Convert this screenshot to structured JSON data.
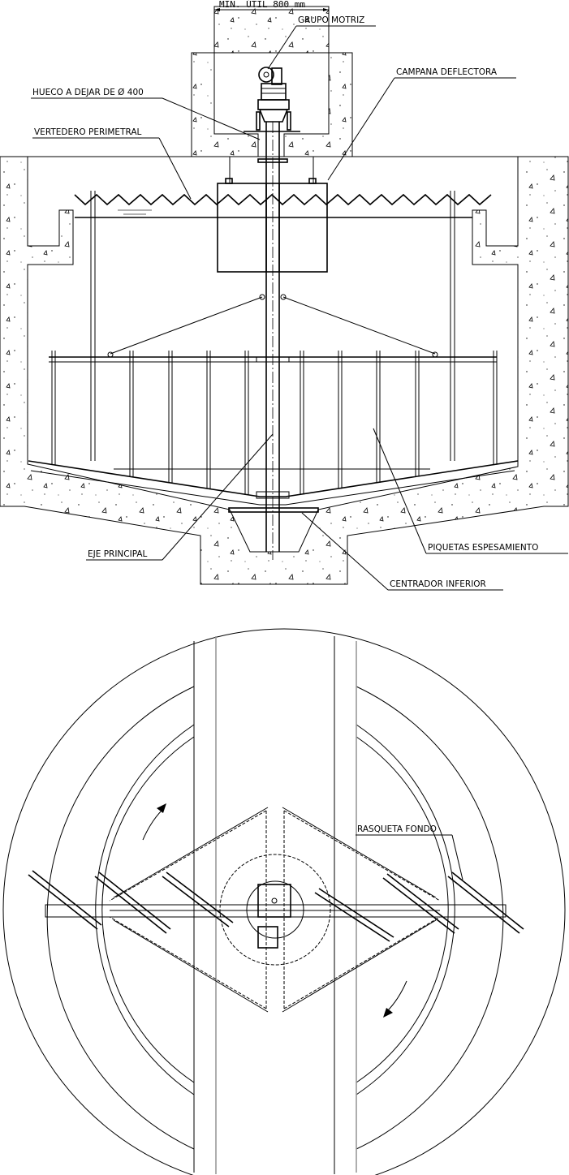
{
  "elevation": {
    "dimension": "MIN. ÚTIL  800 mm",
    "labels": {
      "grupo_motriz": "GRUPO MOTRIZ",
      "campana": "CAMPANA DEFLECTORA",
      "hueco": "HUECO A DEJAR DE Ø 400",
      "vertedero": "VERTEDERO PERIMETRAL",
      "eje": "EJE PRINCIPAL",
      "piquetas": "PIQUETAS ESPESAMIENTO",
      "centrador": "CENTRADOR INFERIOR"
    }
  },
  "plan": {
    "labels": {
      "rasqueta": "RASQUETA FONDO"
    },
    "rotation": "clockwise-arrows"
  },
  "colors": {
    "line": "#000000",
    "hidden_grey": "#999999",
    "background": "#ffffff"
  }
}
